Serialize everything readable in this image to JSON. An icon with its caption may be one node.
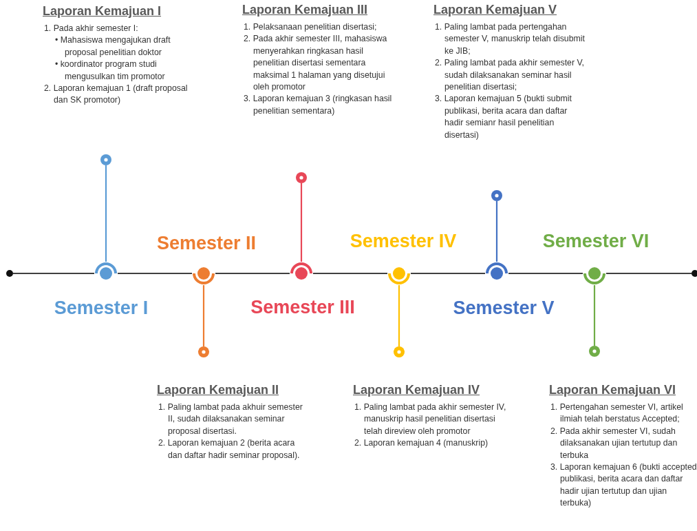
{
  "diagram": {
    "nodes": [
      {
        "text": [],
        "shape": "circle"
      },
      {
        "text": [],
        "shape": "circle",
        "beside": [
          "Semester I"
        ]
      },
      {
        "text": [],
        "shape": "circle"
      },
      {
        "text": [
          "Laporan Kemajuan I",
          "1. Pada akhir semester I:",
          "• Mahasiswa mengajukan draft proposal penelitian doktor",
          "• koordinator program studi mengusulkan tim promotor",
          "2. Laporan kemajuan 1 (draft proposal dan SK promotor)"
        ]
      },
      {
        "text": [],
        "shape": "circle",
        "beside": [
          "Semester II"
        ]
      },
      {
        "text": [],
        "shape": "circle"
      },
      {
        "text": [
          "Laporan Kemajuan II",
          "1. Paling lambat pada akhuir semester II, sudah dilaksanakan seminar proposal disertasi.",
          "2. Laporan kemajuan 2 (berita acara dan daftar hadir seminar proposal)."
        ]
      },
      {
        "text": [],
        "shape": "circle",
        "beside": [
          "Semester III"
        ]
      },
      {
        "text": [],
        "shape": "circle"
      },
      {
        "text": [
          "Laporan Kemajuan III",
          "1. Pelaksanaan penelitian disertasi;",
          "2. Pada akhir semester III, mahasiswa menyerahkan ringkasan hasil penelitian disertasi sementara maksimal 1 halaman yang disetujui oleh promotor",
          "3. Laporan kemajuan 3 (ringkasan hasil penelitian sementara)"
        ]
      },
      {
        "text": [],
        "shape": "circle",
        "beside": [
          "Semester IV"
        ]
      },
      {
        "text": [],
        "shape": "circle"
      },
      {
        "text": [
          "Laporan Kemajuan IV",
          "1. Paling lambat pada akhir semester IV, manuskrip hasil penelitian disertasi telah direview oleh promotor",
          "2. Laporan kemajuan 4 (manuskrip)"
        ]
      },
      {
        "text": [],
        "shape": "circle",
        "beside": [
          "Semester V"
        ]
      },
      {
        "text": [],
        "shape": "circle"
      },
      {
        "text": [
          "Laporan Kemajuan V",
          "1. Paling lambat pada pertengahan semester V, manuskrip telah disubmit ke JIB;",
          "2. Paling lambat pada akhir semester V, sudah dilaksanakan seminar hasil penelitian disertasi;",
          "3. Laporan kemajuan 5 (bukti submit publikasi, berita acara dan daftar hadir semianr hasil penelitian disertasi)"
        ]
      },
      {
        "text": [],
        "shape": "circle",
        "beside": [
          "Semester VI"
        ]
      },
      {
        "text": [],
        "shape": "circle"
      },
      {
        "text": [
          "Laporan Kemajuan VI",
          "1. Pertengahan semester VI, artikel ilmiah telah berstatus Accepted;",
          "2. Pada akhir semester VI, sudah dilaksanakan ujian tertutup dan terbuka",
          "3. Laporan kemajuan 6 (bukti accepted publikasi, berita acara dan daftar hadir ujian tertutup dan ujian terbuka)"
        ]
      },
      {
        "text": [],
        "shape": "circle"
      }
    ],
    "edges": [
      {
        "from": 0,
        "to": 1,
        "arrow": "none"
      },
      {
        "from": 1,
        "to": 4,
        "arrow": "none"
      },
      {
        "from": 4,
        "to": 7,
        "arrow": "none"
      },
      {
        "from": 7,
        "to": 10,
        "arrow": "none"
      },
      {
        "from": 10,
        "to": 13,
        "arrow": "none"
      },
      {
        "from": 13,
        "to": 16,
        "arrow": "none"
      },
      {
        "from": 16,
        "to": 19,
        "arrow": "none"
      },
      {
        "from": 1,
        "to": 2,
        "arrow": "none",
        "color": "#5b9bd5"
      },
      {
        "from": 4,
        "to": 5,
        "arrow": "none",
        "color": "#ed7d31"
      },
      {
        "from": 7,
        "to": 8,
        "arrow": "none",
        "color": "#e84757"
      },
      {
        "from": 10,
        "to": 11,
        "arrow": "none",
        "color": "#ffc000"
      },
      {
        "from": 13,
        "to": 14,
        "arrow": "none",
        "color": "#4472c4"
      },
      {
        "from": 16,
        "to": 17,
        "arrow": "none",
        "color": "#70ad47"
      }
    ]
  }
}
